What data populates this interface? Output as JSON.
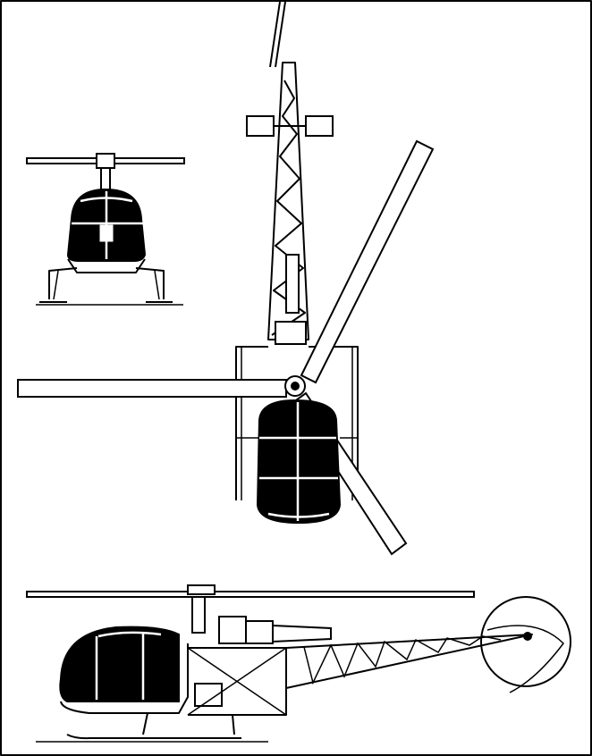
{
  "colors": {
    "ink": "#000000",
    "paper": "#ffffff"
  },
  "views": [
    "front-view",
    "top-view",
    "side-view"
  ]
}
